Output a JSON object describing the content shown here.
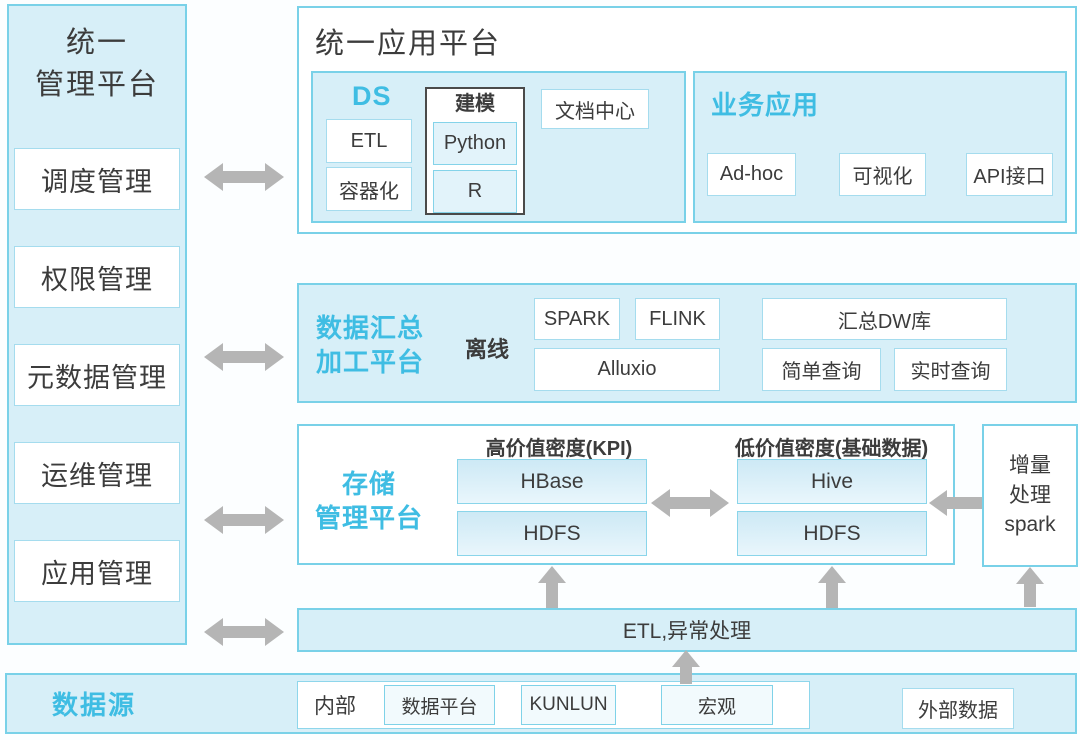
{
  "colors": {
    "accent_cyan": "#3fbde3",
    "panel_fill": "#d7eff8",
    "panel_border": "#79d1e8",
    "light_box_fill": "#e2f3fa",
    "storage_box_fill": "#d4ecf7",
    "arrow_gray": "#b5b5b5",
    "text_dark": "#3c3c3c",
    "modeling_border": "#4a4a4a"
  },
  "sidebar": {
    "title_lines": [
      "统一",
      "管理平台"
    ],
    "items": [
      "调度管理",
      "权限管理",
      "元数据管理",
      "运维管理",
      "应用管理"
    ]
  },
  "app_platform": {
    "title": "统一应用平台",
    "ds": {
      "label": "DS",
      "items": [
        "ETL",
        "容器化"
      ]
    },
    "modeling": {
      "label": "建模",
      "items": [
        "Python",
        "R"
      ]
    },
    "doc_center": "文档中心",
    "business": {
      "label": "业务应用",
      "items": [
        "Ad-hoc",
        "可视化",
        "API接口"
      ]
    }
  },
  "aggregation_platform": {
    "title_lines": [
      "数据汇总",
      "加工平台"
    ],
    "mode_label": "离线",
    "engines": [
      "SPARK",
      "FLINK"
    ],
    "cache": "Alluxio",
    "dw_store": "汇总DW库",
    "queries": [
      "简单查询",
      "实时查询"
    ]
  },
  "storage_platform": {
    "title_lines": [
      "存储",
      "管理平台"
    ],
    "high_density": {
      "header": "高价值密度(KPI)",
      "items": [
        "HBase",
        "HDFS"
      ]
    },
    "low_density": {
      "header": "低价值密度(基础数据)",
      "items": [
        "Hive",
        "HDFS"
      ]
    },
    "incremental_lines": [
      "增量",
      "处理",
      "spark"
    ]
  },
  "etl_bar": {
    "label": "ETL,异常处理"
  },
  "datasource": {
    "title": "数据源",
    "internal_label": "内部",
    "internal_items": [
      "数据平台",
      "KUNLUN",
      "宏观"
    ],
    "external_item": "外部数据"
  }
}
